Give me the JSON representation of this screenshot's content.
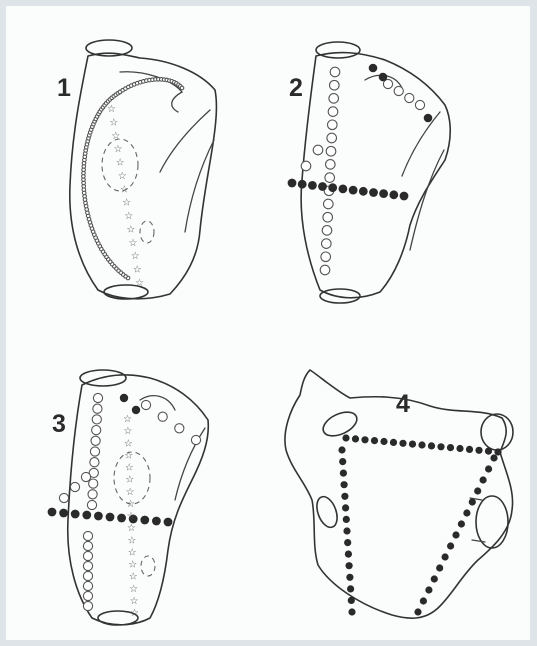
{
  "panels": [
    {
      "id": "1",
      "label": "1"
    },
    {
      "id": "2",
      "label": "2"
    },
    {
      "id": "3",
      "label": "3"
    },
    {
      "id": "4",
      "label": "4"
    }
  ],
  "colors": {
    "background": "#fbfcfc",
    "frame": "#dfe4e8",
    "ink": "#2b2b2b"
  }
}
